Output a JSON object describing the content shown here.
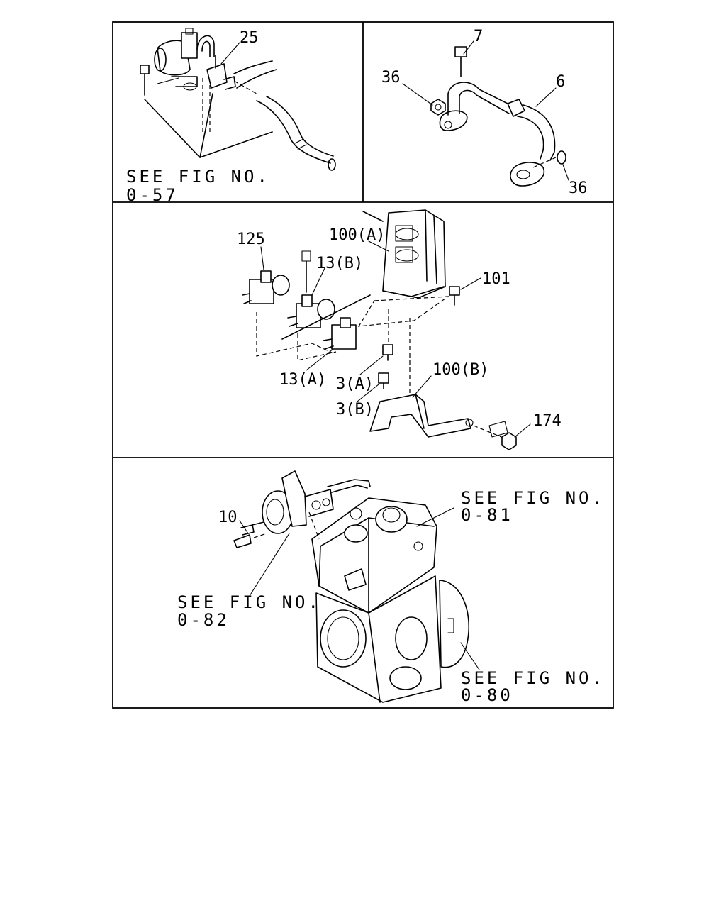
{
  "panels": {
    "top_left": {
      "callouts": {
        "c25": "25"
      },
      "see_fig": {
        "line1": "SEE FIG NO.",
        "line2": "0-57"
      }
    },
    "top_right": {
      "callouts": {
        "c7": "7",
        "c36a": "36",
        "c6": "6",
        "c36b": "36"
      }
    },
    "middle": {
      "callouts": {
        "c125": "125",
        "c100a": "100(A)",
        "c13b": "13(B)",
        "c101": "101",
        "c13a": "13(A)",
        "c3a": "3(A)",
        "c100b": "100(B)",
        "c3b": "3(B)",
        "c174": "174"
      }
    },
    "bottom": {
      "callouts": {
        "c10": "10"
      },
      "see_fig_81": {
        "line1": "SEE FIG NO.",
        "line2": "0-81"
      },
      "see_fig_82": {
        "line1": "SEE FIG NO.",
        "line2": "0-82"
      },
      "see_fig_80": {
        "line1": "SEE FIG NO.",
        "line2": "0-80"
      }
    }
  }
}
